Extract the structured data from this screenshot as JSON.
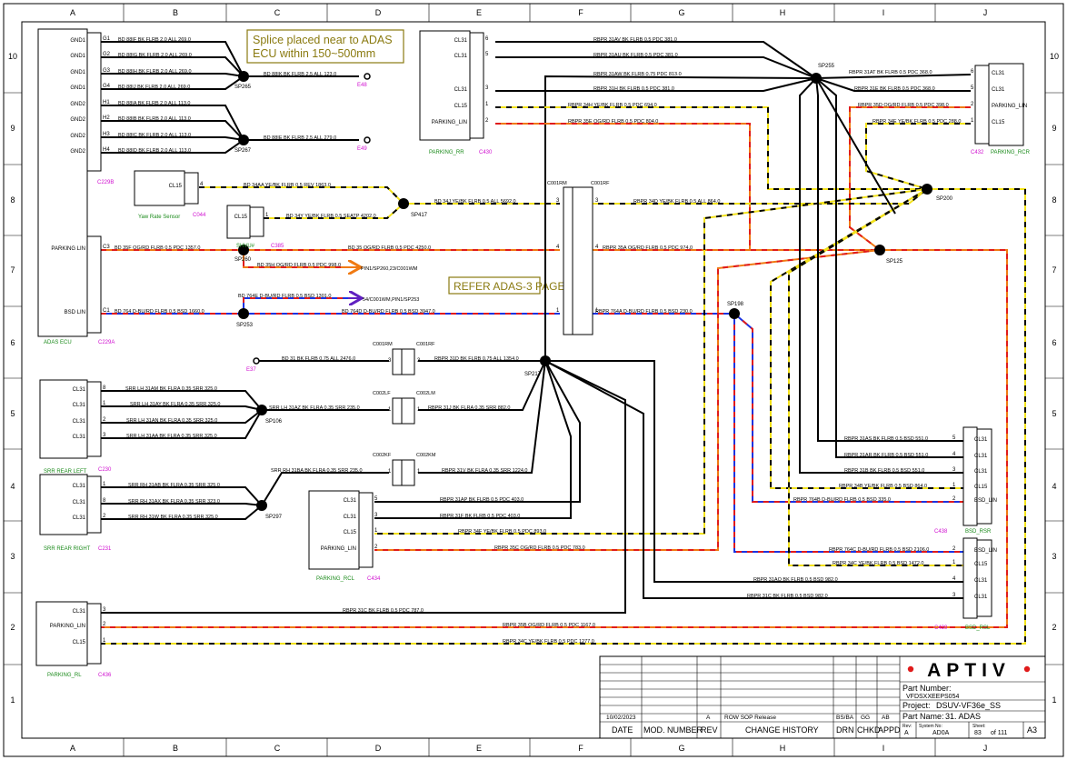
{
  "grid": {
    "cols": [
      "A",
      "B",
      "C",
      "D",
      "E",
      "F",
      "G",
      "H",
      "I",
      "J"
    ],
    "rows": [
      "10",
      "9",
      "8",
      "7",
      "6",
      "5",
      "4",
      "3",
      "2",
      "1"
    ]
  },
  "notes": {
    "splice_line1": "Splice placed near to ADAS",
    "splice_line2": "ECU within 150~500mm",
    "refer": "REFER ADAS-3 PAGE"
  },
  "connectors": [
    {
      "id": "adas",
      "name": "ADAS ECU",
      "code": "C229B",
      "code2": "C229A",
      "pins": [
        {
          "label": "GND1",
          "pin": "G1"
        },
        {
          "label": "GND1",
          "pin": "G2"
        },
        {
          "label": "GND1",
          "pin": "G3"
        },
        {
          "label": "GND1",
          "pin": "G4"
        },
        {
          "label": "GND2",
          "pin": "H1"
        },
        {
          "label": "GND2",
          "pin": "H2"
        },
        {
          "label": "GND2",
          "pin": "H3"
        },
        {
          "label": "GND2",
          "pin": "H4"
        },
        {
          "label": "PARKING LIN",
          "pin": "C3"
        },
        {
          "label": "BSD LIN",
          "pin": "C1"
        }
      ]
    },
    {
      "id": "yaw",
      "name": "Yaw Rate Sensor",
      "code": "C044",
      "pins": [
        {
          "label": "CL15",
          "pin": "4"
        }
      ]
    },
    {
      "id": "shvu",
      "name": "SHVU#",
      "code": "C385",
      "pins": [
        {
          "label": "CL15",
          "pin": "1"
        }
      ]
    },
    {
      "id": "prr",
      "name": "PARKING_RR",
      "code": "C430",
      "pins": [
        {
          "label": "CL31",
          "pin": "6"
        },
        {
          "label": "CL31",
          "pin": "5"
        },
        {
          "label": "CL31",
          "pin": "3"
        },
        {
          "label": "CL15",
          "pin": "1"
        },
        {
          "label": "PARKING_LIN",
          "pin": "2"
        }
      ]
    },
    {
      "id": "prcr",
      "name": "PARKING_RCR",
      "code": "C432",
      "pins": [
        {
          "label": "CL31",
          "pin": "6"
        },
        {
          "label": "CL31",
          "pin": "5"
        },
        {
          "label": "PARKING_LIN",
          "pin": "2"
        },
        {
          "label": "CL15",
          "pin": "1"
        }
      ]
    },
    {
      "id": "srrl",
      "name": "SRR REAR LEFT",
      "code": "C230",
      "pins": [
        {
          "label": "CL31",
          "pin": "8"
        },
        {
          "label": "CL31",
          "pin": "1"
        },
        {
          "label": "CL31",
          "pin": "2"
        },
        {
          "label": "CL31",
          "pin": "3"
        }
      ]
    },
    {
      "id": "srrr",
      "name": "SRR REAR RIGHT",
      "code": "C231",
      "pins": [
        {
          "label": "CL31",
          "pin": "1"
        },
        {
          "label": "CL31",
          "pin": "8"
        },
        {
          "label": "CL31",
          "pin": "2"
        }
      ]
    },
    {
      "id": "prcl",
      "name": "PARKING_RCL",
      "code": "C434",
      "pins": [
        {
          "label": "CL31",
          "pin": "5"
        },
        {
          "label": "CL31",
          "pin": "3"
        },
        {
          "label": "CL15",
          "pin": "1"
        },
        {
          "label": "PARKING_LIN",
          "pin": "2"
        }
      ]
    },
    {
      "id": "prl",
      "name": "PARKING_RL",
      "code": "C436",
      "pins": [
        {
          "label": "CL31",
          "pin": "3"
        },
        {
          "label": "PARKING_LIN",
          "pin": "2"
        },
        {
          "label": "CL15",
          "pin": "1"
        }
      ]
    },
    {
      "id": "bsdrsr",
      "name": "BSD_RSR",
      "code": "C438",
      "pins": [
        {
          "label": "CL31",
          "pin": "5"
        },
        {
          "label": "CL31",
          "pin": "4"
        },
        {
          "label": "CL31",
          "pin": "3"
        },
        {
          "label": "CL15",
          "pin": "1"
        },
        {
          "label": "BSD_LIN",
          "pin": "2"
        }
      ]
    },
    {
      "id": "bsdrsl",
      "name": "BSD_RSL",
      "code": "C439",
      "pins": [
        {
          "label": "BSD_LIN",
          "pin": "2"
        },
        {
          "label": "CL15",
          "pin": "1"
        },
        {
          "label": "CL31",
          "pin": "4"
        },
        {
          "label": "CL31",
          "pin": "3"
        }
      ]
    }
  ],
  "inline": [
    "C001RM",
    "C001RF",
    "C002LF",
    "C002LM",
    "C002KF",
    "C002KM"
  ],
  "splices": [
    "SP265",
    "SP267",
    "SP260",
    "SP253",
    "SP417",
    "SP255",
    "SP200",
    "SP125",
    "SP198",
    "SP217",
    "SP106",
    "SP297"
  ],
  "grounds": [
    "E48",
    "E49",
    "E37"
  ],
  "wires": [
    "BD_88IF_BK_FLRB_2.0_ALL_269.0",
    "BD_88IG_BK_FLRB_2.0_ALL_269.0",
    "BD_88IH_BK_FLRB_2.0_ALL_269.0",
    "BD_88IJ_BK_FLRB_2.0_ALL_269.0",
    "BD_88IK_BK_FLRB_2.5_ALL_123.0",
    "BD_88IA_BK_FLRB_2.0_ALL_113.0",
    "BD_88IB_BK_FLRB_2.0_ALL_113.0",
    "BD_88IC_BK_FLRB_2.0_ALL_113.0",
    "BD_88ID_BK_FLRB_2.0_ALL_113.0",
    "BD_88IE_BK_FLRB_2.5_ALL_279.0",
    "BD_34AA_YE/BK_FLRB_0.5_REV_1863.0",
    "BD_34Y_YE/BK_FLRB_0.5_SEATP_4202.0",
    "BD_34J_YE/BK_FLRB_0.5_ALL_5692.0",
    "BD_35F_OG/RD_FLRB_0.5_PDC_1357.0",
    "BD_35_OG/RD_FLRB_0.5_PDC_4250.0",
    "BD_35H_OG/RD_FLRB_0.5_PDC_998.0",
    "BD_764E_D-BU/RD_FLRB_0.5_BSD_1301.0",
    "BD_764_D-BU/RD_FLRB_0.5_BSD_1660.0",
    "BD_764D_D-BU/RD_FLRB_0.5_BSD_3947.0",
    "BD_31_BK_FLRB_0.75_ALL_2476.0",
    "SRR_LH_31AM_BK_FLRA_0.35_SRR_325.0",
    "SRR_LH_31AY_BK_FLRA_0.35_SRR_325.0",
    "SRR_LH_31AN_BK_FLRA_0.35_SRR_325.0",
    "SRR_LH_31AA_BK_FLRA_0.35_SRR_325.0",
    "SRR_LH_31AZ_BK_FLRA_0.35_SRR_235.0",
    "SRR_RH_31AB_BK_FLRA_0.35_SRR_325.0",
    "SRR_RH_31AX_BK_FLRA_0.35_SRR_323.0",
    "SRR_RH_31W_BK_FLRA_0.35_SRR_325.0",
    "SRR_RH_31BA_BK_FLRA_0.35_SRR_235.0",
    "RBPR_31AV_BK_FLRB_0.5_PDC_381.0",
    "RBPR_31AU_BK_FLRB_0.5_PDC_381.0",
    "RBPR_31AW_BK_FLRB_0.75_PDC_813.0",
    "RBPR_31H_BK_FLRB_0.5_PDC_381.0",
    "RBPR_34H_YE/BK_FLRB_0.5_PDC_694.0",
    "RBPR_35E_OG/RD_FLRB_0.5_PDC_804.0",
    "RBPR_31AT_BK_FLRB_0.5_PDC_368.0",
    "RBPR_31E_BK_FLRB_0.5_PDC_368.0",
    "RBPR_35D_OG/RD_FLRB_0.5_PDC_398.0",
    "RBPR_34E_YE/BK_FLRB_0.5_PDC_288.0",
    "RBPR_34D_YE/BK_FLRB_0.5_ALL_864.0",
    "RBPR_35A_OG/RD_FLRB_0.5_PDC_974.0",
    "RBPR_764A_D-BU/RD_FLRB_0.5_BSD_230.0",
    "RBPR_31D_BK_FLRB_0.75_ALL_1354.0",
    "RBPR_31J_BK_FLRA_0.35_SRR_882.0",
    "RBPR_31V_BK_FLRA_0.35_SRR_1224.0",
    "RBPR_31AP_BK_FLRB_0.5_PDC_403.0",
    "RBPR_31F_BK_FLRB_0.5_PDC_403.0",
    "RBPR_34F_YE/BK_FLRB_0.5_PDC_893.0",
    "RBPR_35C_OG/RD_FLRB_0.5_PDC_783.0",
    "RBPR_31AS_BK_FLRB_0.5_BSD_551.0",
    "RBPR_31AR_BK_FLRB_0.5_BSD_551.0",
    "RBPR_31B_BK_FLRB_0.5_BSD_551.0",
    "RBPR_34B_YE/BK_FLRB_0.5_BSD_864.0",
    "RBPR_764B_D-BU/RD_FLRB_0.5_BSD_335.0",
    "RBPR_764C_D-BU/RD_FLRB_0.5_BSD_2106.0",
    "RBPR_34C_YE/BK_FLRB_0.5_BSD_1472.0",
    "RBPR_31AQ_BK_FLRB_0.5_BSD_982.0",
    "RBPR_31C_BK_FLRB_0.5_BSD_982.0",
    "RBPR_31C_BK_FLRB_0.5_PDC_787.0",
    "RBPR_35B_OG/RD_FLRB_0.5_PDC_1167.0",
    "RBPR_34C_YE/BK_FLRB_0.5_PDC_1277.0"
  ],
  "refs": {
    "r_c001wm": "PIN1/SP260,23/C001WM",
    "r_c001wm2": "54/C001WM,PIN1/SP253"
  },
  "title_block": {
    "date": "10/02/2023",
    "rev_letter": "A",
    "history_text": "ROW SOP Release",
    "drn": "BS/BA",
    "chkd": "GG",
    "appd": "AB",
    "hdr_date": "DATE",
    "hdr_mod": "MOD. NUMBER",
    "hdr_rev": "REV",
    "hdr_hist": "CHANGE HISTORY",
    "hdr_drn": "DRN",
    "hdr_chkd": "CHKD",
    "hdr_appd": "APPD",
    "logo": "APTIV",
    "part_number_label": "Part Number:",
    "part_number": "VFDSXXEEPS054",
    "project_label": "Project:",
    "project": "DSUV-VF36e_SS",
    "part_name_label": "Part Name:",
    "part_name": "31. ADAS",
    "rev_lbl": "Rev:",
    "rev_val": "A",
    "sys_lbl": "System No:",
    "sys_val": "AD0A",
    "sheet_lbl": "Sheet:",
    "sheet_val": "83",
    "of_lbl": "of 111",
    "size": "A3"
  },
  "colors": {
    "black": "#000000",
    "yellow": "#f3e21b",
    "orange": "#f07a12",
    "red": "#e01b1b",
    "blue": "#1b33e0",
    "green": "#1a8a1a",
    "magenta": "#d010d0",
    "note": "#8a7a10"
  }
}
